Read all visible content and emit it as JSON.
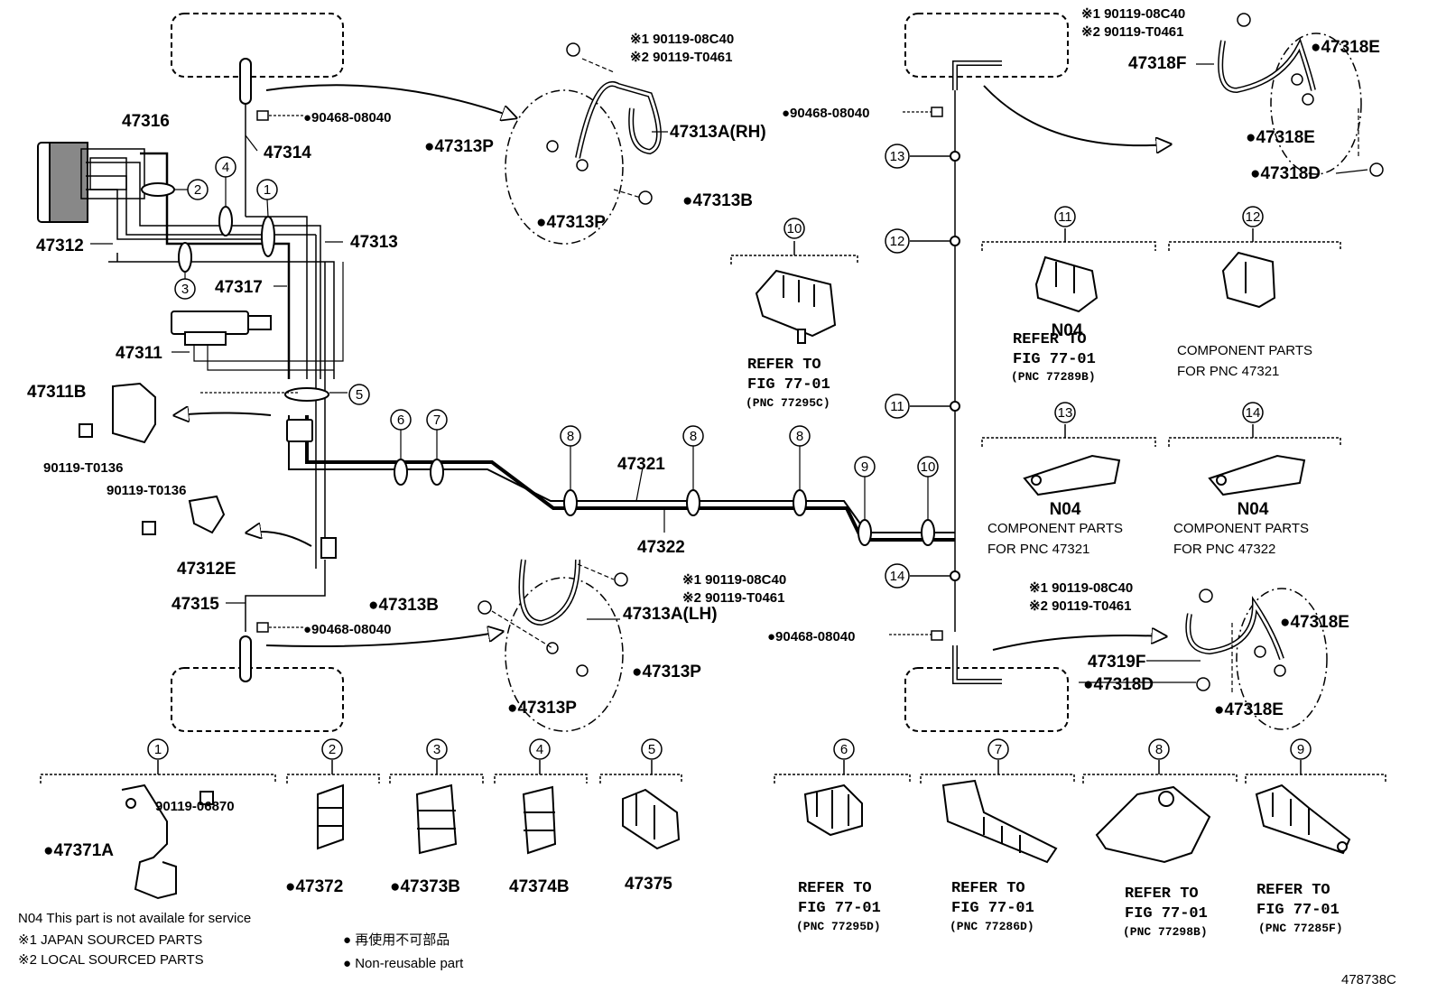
{
  "labels": {
    "p47316": "47316",
    "p47314": "47314",
    "p47312": "47312",
    "p47313": "47313",
    "p47317": "47317",
    "p47311": "47311",
    "p47311B": "47311B",
    "p90119_T0136_a": "90119-T0136",
    "p90119_T0136_b": "90119-T0136",
    "p47312E": "47312E",
    "p47315": "47315",
    "p90468_top": "●90468-08040",
    "p90468_bot": "●90468-08040",
    "p90468_rtop": "●90468-08040",
    "p90468_rbot": "●90468-08040",
    "p47321": "47321",
    "p47322": "47322",
    "rh_s1": "※1 90119-08C40",
    "rh_s2": "※2 90119-T0461",
    "rh_hose": "47313A(RH)",
    "rh_p1": "●47313P",
    "rh_p2": "●47313P",
    "rh_b": "●47313B",
    "lh_s1": "※1 90119-08C40",
    "lh_s2": "※2 90119-T0461",
    "lh_hose": "47313A(LH)",
    "lh_b": "●47313B",
    "lh_p1": "●47313P",
    "lh_p2": "●47313P",
    "rr_s1": "※1 90119-08C40",
    "rr_s2": "※2 90119-T0461",
    "rr_hose": "47318F",
    "rr_e1": "●47318E",
    "rr_e2": "●47318E",
    "rr_d": "●47318D",
    "rl_s1": "※1 90119-08C40",
    "rl_s2": "※2 90119-T0461",
    "rl_hose": "47319F",
    "rl_e1": "●47318E",
    "rl_d": "●47318D",
    "rl_e2": "●47318E",
    "part_1_bolt": "90119-06870",
    "part_1_bracket": "●47371A",
    "part_2": "●47372",
    "part_3": "●47373B",
    "part_4": "47374B",
    "part_5": "47375",
    "n04_a": "N04",
    "n04_b": "N04",
    "n04_c": "N04",
    "comp_12_a": "COMPONENT PARTS",
    "comp_12_b": "FOR PNC 47321",
    "comp_13_a": "COMPONENT PARTS",
    "comp_13_b": "FOR PNC 47321",
    "comp_14_a": "COMPONENT PARTS",
    "comp_14_b": "FOR PNC 47322",
    "ref10_a": "REFER TO",
    "ref10_b": "FIG 77-01",
    "ref10_c": "(PNC 77295C)",
    "ref11_a": "REFER TO",
    "ref11_b": "FIG 77-01",
    "ref11_c": "(PNC 77289B)",
    "ref6_a": "REFER TO",
    "ref6_b": "FIG 77-01",
    "ref6_c": "(PNC 77295D)",
    "ref7_a": "REFER TO",
    "ref7_b": "FIG 77-01",
    "ref7_c": "(PNC 77286D)",
    "ref8_a": "REFER TO",
    "ref8_b": "FIG 77-01",
    "ref8_c": "(PNC 77298B)",
    "ref9_a": "REFER TO",
    "ref9_b": "FIG 77-01",
    "ref9_c": "(PNC 77285F)"
  },
  "notes": {
    "n04": "N04  This part is not availale for service",
    "s1": "※1 JAPAN SOURCED PARTS",
    "s2": "※2 LOCAL SOURCED PARTS",
    "jp": "● 再使用不可部品",
    "nonreuse": "● Non-reusable part",
    "fig_id": "478738C"
  },
  "callouts": [
    "1",
    "2",
    "3",
    "4",
    "5",
    "6",
    "7",
    "8",
    "9",
    "10",
    "11",
    "12",
    "13",
    "14"
  ]
}
